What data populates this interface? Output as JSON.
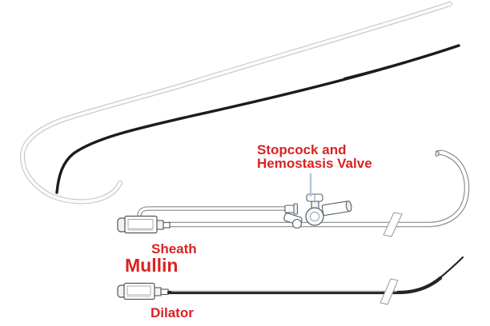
{
  "figure": {
    "description": "Medical illustration of Mullins transseptal introducer set: two guidewires, a sheath with stopcock and hemostasis valve, and a dilator",
    "labels": {
      "stopcock_line1": "Stopcock and",
      "stopcock_line2": "Hemostasis Valve",
      "sheath": "Sheath",
      "device_name": "Mullin",
      "dilator": "Dilator"
    }
  },
  "colors": {
    "label_red": "#d92222",
    "leader_blue": "#a9c8e6",
    "wire_white": "#fbfbf8",
    "wire_white_edge": "#c2c2bd",
    "wire_black": "#1c1c1c",
    "tube_outline": "#8a8a8a",
    "tube_fill": "#ffffff",
    "hub_outline": "#555555",
    "dilator_shaft": "#242424"
  }
}
